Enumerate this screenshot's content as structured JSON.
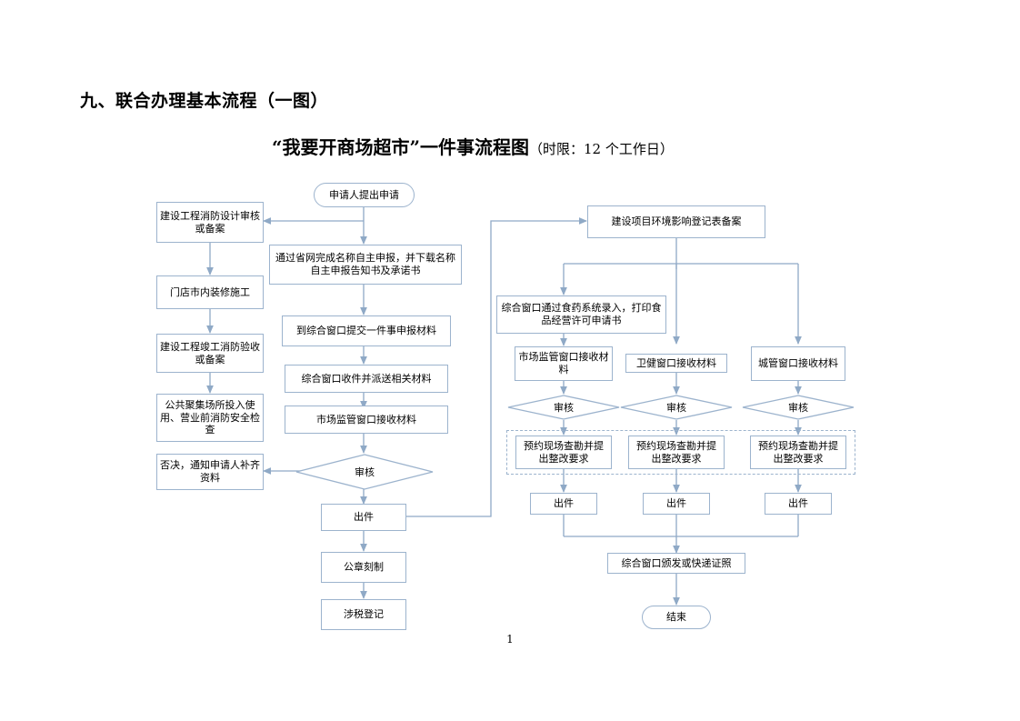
{
  "document": {
    "heading": "九、联合办理基本流程（一图）",
    "subtitle_main": "“我要开商场超市”一件事流程图",
    "subtitle_limit": "（时限：12 个工作日）",
    "page_number": "1",
    "colors": {
      "node_border": "#9cb3cd",
      "connector": "#8fa9c6",
      "node_fill": "#ffffff",
      "text": "#000000"
    }
  },
  "flowchart": {
    "type": "flowchart",
    "left_column": [
      {
        "id": "fire-design",
        "label": "建设工程消防设计审核或备案",
        "shape": "rect"
      },
      {
        "id": "store-decoration",
        "label": "门店市内装修施工",
        "shape": "rect"
      },
      {
        "id": "fire-acceptance",
        "label": "建设工程竣工消防验收或备案",
        "shape": "rect"
      },
      {
        "id": "public-gathering-check",
        "label": "公共聚集场所投入使用、营业前消防安全检查",
        "shape": "rect"
      },
      {
        "id": "reject-notice",
        "label": "否决，通知申请人补齐资料",
        "shape": "rect"
      }
    ],
    "center_column": [
      {
        "id": "applicant-start",
        "label": "申请人提出申请",
        "shape": "terminator"
      },
      {
        "id": "provincial-name-declaration",
        "label": "通过省网完成名称自主申报，并下载名称自主申报告知书及承诺书",
        "shape": "rect"
      },
      {
        "id": "submit-materials",
        "label": "到综合窗口提交一件事申报材料",
        "shape": "rect"
      },
      {
        "id": "comprehensive-window-receive",
        "label": "综合窗口收件并派送相关材料",
        "shape": "rect"
      },
      {
        "id": "market-window-receive",
        "label": "市场监管窗口接收材料",
        "shape": "rect"
      },
      {
        "id": "center-review",
        "label": "审核",
        "shape": "diamond"
      },
      {
        "id": "center-output",
        "label": "出件",
        "shape": "rect"
      },
      {
        "id": "seal-engraving",
        "label": "公章刻制",
        "shape": "rect"
      },
      {
        "id": "tax-registration",
        "label": "涉税登记",
        "shape": "rect"
      }
    ],
    "right_top": {
      "id": "env-impact-record",
      "label": "建设项目环境影响登记表备案",
      "shape": "rect"
    },
    "right_food": {
      "id": "food-drug-system-entry",
      "label": "综合窗口通过食药系统录入，打印食品经营许可申请书",
      "shape": "rect"
    },
    "branches": [
      {
        "id": "branch-market",
        "receive": "市场监管窗口接收材料",
        "review": "审核",
        "survey": "预约现场查勘并提出整改要求",
        "output": "出件"
      },
      {
        "id": "branch-health",
        "receive": "卫健窗口接收材料",
        "review": "审核",
        "survey": "预约现场查勘并提出整改要求",
        "output": "出件"
      },
      {
        "id": "branch-urban",
        "receive": "城管窗口接收材料",
        "review": "审核",
        "survey": "预约现场查勘并提出整改要求",
        "output": "出件"
      }
    ],
    "right_bottom": [
      {
        "id": "issue-certificate",
        "label": "综合窗口颁发或快递证照",
        "shape": "rect"
      },
      {
        "id": "end",
        "label": "结束",
        "shape": "terminator"
      }
    ]
  }
}
